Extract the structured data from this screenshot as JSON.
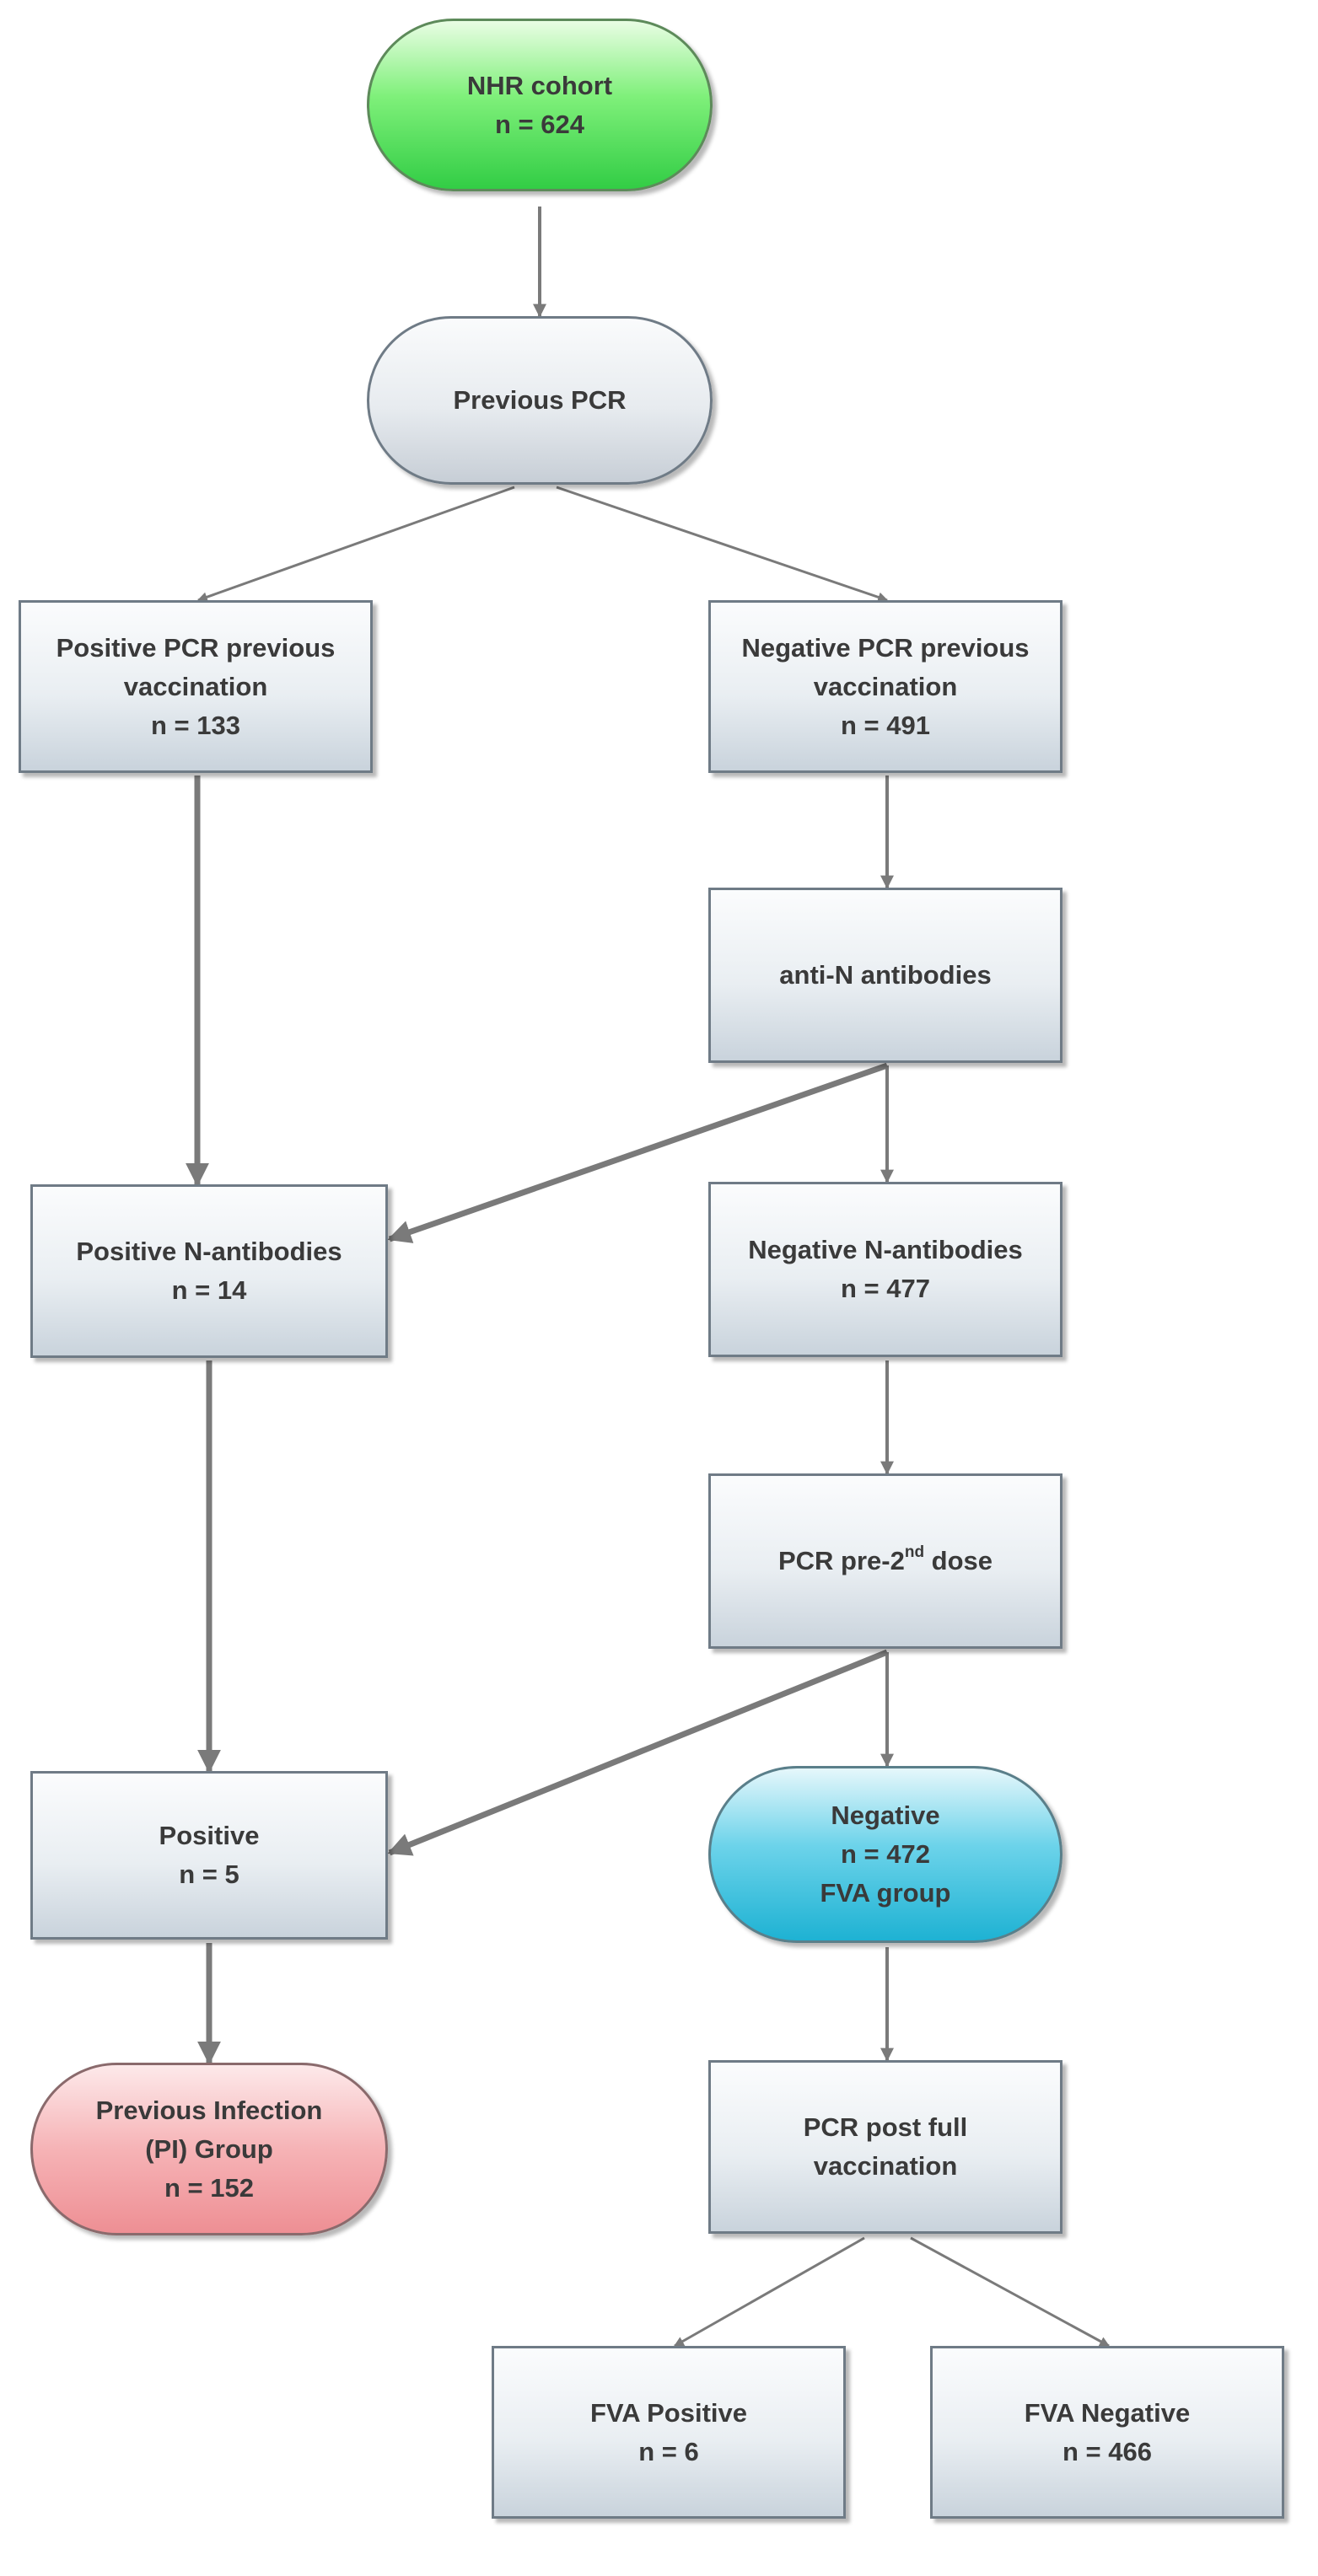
{
  "nodes": {
    "nhr_cohort": {
      "line1": "NHR cohort",
      "line2": "n = 624"
    },
    "previous_pcr": {
      "line1": "Previous PCR"
    },
    "positive_pcr": {
      "line1": "Positive PCR  previous",
      "line2": "vaccination",
      "line3": "n = 133"
    },
    "negative_pcr": {
      "line1": "Negative PCR previous",
      "line2": "vaccination",
      "line3": "n = 491"
    },
    "anti_n": {
      "line1": "anti-N antibodies"
    },
    "positive_n": {
      "line1": "Positive N-antibodies",
      "line2": "n = 14"
    },
    "negative_n": {
      "line1": "Negative N-antibodies",
      "line2": "n = 477"
    },
    "pcr_pre2": {
      "prefix": "PCR pre-2",
      "sup": "nd",
      "suffix": " dose"
    },
    "positive": {
      "line1": "Positive",
      "line2": "n = 5"
    },
    "negative_fva": {
      "line1": "Negative",
      "line2": "n = 472",
      "line3": "FVA group"
    },
    "pi_group": {
      "line1": "Previous Infection",
      "line2": "(PI) Group",
      "line3": "n = 152"
    },
    "pcr_post": {
      "line1": "PCR post full",
      "line2": "vaccination"
    },
    "fva_positive": {
      "line1": "FVA Positive",
      "line2": "n = 6"
    },
    "fva_negative": {
      "line1": "FVA Negative",
      "line2": "n = 466"
    }
  },
  "colors": {
    "start_fill": "#4fe35a",
    "fva_group_fill": "#35bedb",
    "pi_group_fill": "#f2a1a5",
    "box_fill": "#e6ebf0",
    "arrow": "#7a7a7a"
  }
}
